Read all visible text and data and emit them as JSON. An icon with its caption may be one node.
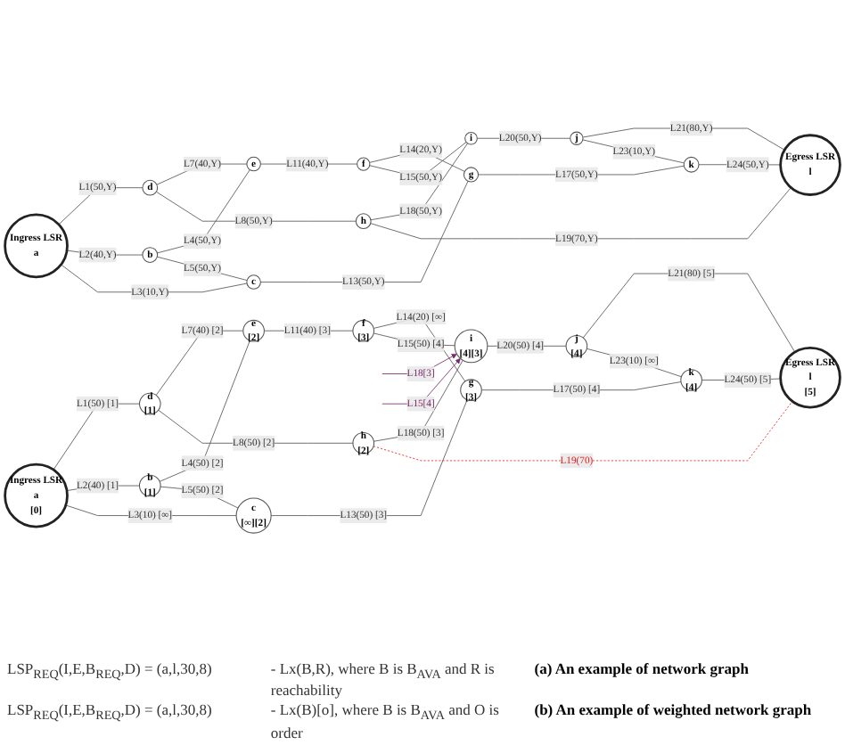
{
  "diagram": {
    "nodes": [
      {
        "text": [
          "Ingress LSR",
          "a"
        ]
      },
      {
        "text": [
          "b"
        ]
      },
      {
        "text": [
          "c"
        ]
      },
      {
        "text": [
          "d"
        ]
      },
      {
        "text": [
          "e"
        ]
      },
      {
        "text": [
          "f"
        ]
      },
      {
        "text": [
          "g"
        ]
      },
      {
        "text": [
          "h"
        ]
      },
      {
        "text": [
          "i"
        ]
      },
      {
        "text": [
          "j"
        ]
      },
      {
        "text": [
          "k"
        ]
      },
      {
        "text": [
          "Egress LSR",
          "l"
        ]
      },
      {
        "text": [
          "Ingress LSR",
          "a",
          "[0]"
        ]
      },
      {
        "text": [
          "b",
          "[1]"
        ]
      },
      {
        "text": [
          "c",
          "[∞][2]"
        ]
      },
      {
        "text": [
          "d",
          "[1]"
        ]
      },
      {
        "text": [
          "e",
          "[2]"
        ]
      },
      {
        "text": [
          "f",
          "[3]"
        ]
      },
      {
        "text": [
          "g",
          "[3]"
        ]
      },
      {
        "text": [
          "h",
          "[2]"
        ]
      },
      {
        "text": [
          "i",
          "[4][3]"
        ]
      },
      {
        "text": [
          "j",
          "[4]"
        ]
      },
      {
        "text": [
          "k",
          "[4]"
        ]
      },
      {
        "text": [
          "Egress LSR",
          "l",
          "[5]"
        ]
      }
    ],
    "edges": [
      {
        "from": 0,
        "to": 3,
        "arrow": "none",
        "label": "L1(50,Y)"
      },
      {
        "from": 0,
        "to": 1,
        "arrow": "none",
        "label": "L2(40,Y)"
      },
      {
        "from": 0,
        "to": 2,
        "arrow": "none",
        "label": "L3(10,Y)"
      },
      {
        "from": 1,
        "to": 4,
        "arrow": "none",
        "label": "L4(50,Y)"
      },
      {
        "from": 1,
        "to": 2,
        "arrow": "none",
        "label": "L5(50,Y)"
      },
      {
        "from": 3,
        "to": 4,
        "arrow": "none",
        "label": "L7(40,Y)"
      },
      {
        "from": 3,
        "to": 7,
        "arrow": "none",
        "label": "L8(50,Y)"
      },
      {
        "from": 4,
        "to": 5,
        "arrow": "none",
        "label": "L11(40,Y)"
      },
      {
        "from": 2,
        "to": 6,
        "arrow": "none",
        "label": "L13(50,Y)"
      },
      {
        "from": 5,
        "to": 6,
        "arrow": "none",
        "label": "L14(20,Y)"
      },
      {
        "from": 5,
        "to": 8,
        "arrow": "none",
        "label": "L15(50,Y)"
      },
      {
        "from": 6,
        "to": 10,
        "arrow": "none",
        "label": "L17(50,Y)"
      },
      {
        "from": 7,
        "to": 8,
        "arrow": "none",
        "label": "L18(50,Y)"
      },
      {
        "from": 7,
        "to": 11,
        "arrow": "none",
        "label": "L19(70,Y)"
      },
      {
        "from": 8,
        "to": 9,
        "arrow": "none",
        "label": "L20(50,Y)"
      },
      {
        "from": 9,
        "to": 11,
        "arrow": "none",
        "label": "L21(80,Y)"
      },
      {
        "from": 9,
        "to": 10,
        "arrow": "none",
        "label": "L23(10,Y)"
      },
      {
        "from": 10,
        "to": 11,
        "arrow": "none",
        "label": "L24(50,Y)"
      },
      {
        "from": 12,
        "to": 15,
        "arrow": "none",
        "label": "L1(50) [1]"
      },
      {
        "from": 12,
        "to": 13,
        "arrow": "none",
        "label": "L2(40) [1]"
      },
      {
        "from": 12,
        "to": 14,
        "arrow": "none",
        "label": "L3(10) [∞]"
      },
      {
        "from": 13,
        "to": 16,
        "arrow": "none",
        "label": "L4(50) [2]"
      },
      {
        "from": 13,
        "to": 14,
        "arrow": "none",
        "label": "L5(50) [2]"
      },
      {
        "from": 15,
        "to": 16,
        "arrow": "none",
        "label": "L7(40) [2]"
      },
      {
        "from": 15,
        "to": 19,
        "arrow": "none",
        "label": "L8(50) [2]"
      },
      {
        "from": 16,
        "to": 17,
        "arrow": "none",
        "label": "L11(40) [3]"
      },
      {
        "from": 14,
        "to": 18,
        "arrow": "none",
        "label": "L13(50) [3]"
      },
      {
        "from": 17,
        "to": 18,
        "arrow": "none",
        "label": "L14(20) [∞]"
      },
      {
        "from": 17,
        "to": 20,
        "arrow": "none",
        "label": "L15(50) [4]"
      },
      {
        "from": 18,
        "to": 22,
        "arrow": "none",
        "label": "L17(50) [4]"
      },
      {
        "from": 19,
        "to": 20,
        "arrow": "none",
        "label": "L18(50) [3]"
      },
      {
        "from": 19,
        "to": 23,
        "arrow": "none",
        "label": "L19(70)",
        "style": "dashed",
        "color": "#e02020"
      },
      {
        "from": 20,
        "to": 21,
        "arrow": "none",
        "label": "L20(50) [4]"
      },
      {
        "from": 21,
        "to": 23,
        "arrow": "none",
        "label": "L21(80) [5]"
      },
      {
        "from": 21,
        "to": 22,
        "arrow": "none",
        "label": "L23(10) [∞]"
      },
      {
        "from": 22,
        "to": 23,
        "arrow": "none",
        "label": "L24(50) [5]"
      },
      {
        "from": null,
        "to": 20,
        "arrow": "to",
        "label": "L18[3]",
        "color": "#7a2a6a"
      },
      {
        "from": null,
        "to": 20,
        "arrow": "to",
        "label": "L15[4]",
        "color": "#7a2a6a"
      }
    ],
    "labels": [
      "LSP$_{REQ}$(I,E,B$_{REQ}$,D) = (a,l,30,8)",
      "- Lx(B,R), where B is B$_{AVA}$ and R is reachability",
      "(a) An example of network graph",
      "LSP$_{REQ}$(I,E,B$_{REQ}$,D) = (a,l,30,8)",
      "- Lx(B)[o], where B is B$_{AVA}$ and O is order",
      "(b) An example of weighted network graph"
    ]
  }
}
